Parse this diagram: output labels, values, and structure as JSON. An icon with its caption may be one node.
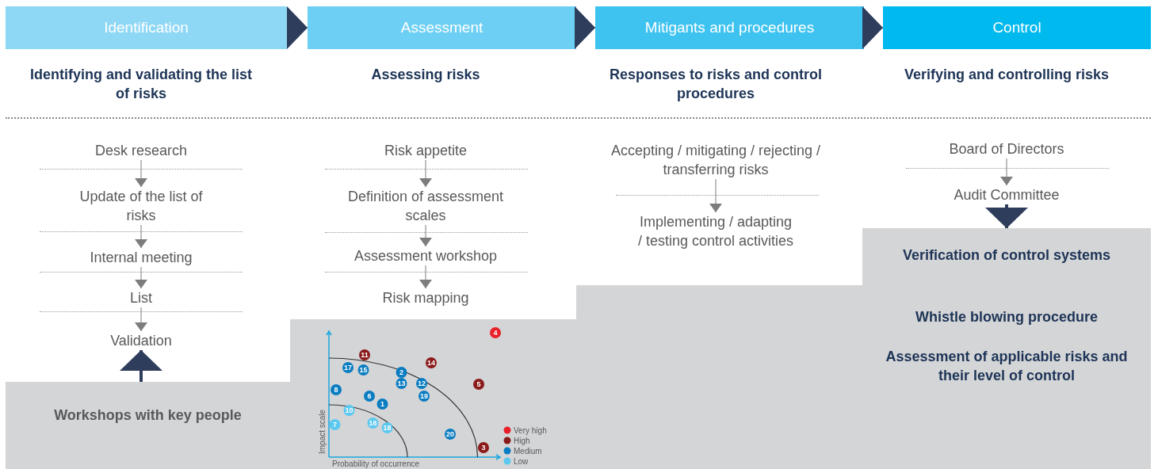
{
  "diagram": {
    "nodes": [
      {
        "text": [
          "Identification"
        ]
      },
      {
        "text": [
          "Assessment"
        ]
      },
      {
        "text": [
          "Mitigants and procedures"
        ]
      },
      {
        "text": [
          "Control"
        ]
      },
      {
        "text": [
          "Identifying and validating the list of risks"
        ]
      },
      {
        "text": [
          "Assessing risks"
        ]
      },
      {
        "text": [
          "Responses to risks and control procedures"
        ]
      },
      {
        "text": [
          "Verifying and controlling risks"
        ]
      },
      {
        "text": [
          "Desk research"
        ]
      },
      {
        "text": [
          "Update of the list of risks"
        ]
      },
      {
        "text": [
          "Internal meeting"
        ]
      },
      {
        "text": [
          "List"
        ]
      },
      {
        "text": [
          "Validation"
        ]
      },
      {
        "text": [
          "Workshops with key people"
        ]
      },
      {
        "text": [
          "Risk appetite"
        ]
      },
      {
        "text": [
          "Definition of assessment scales"
        ]
      },
      {
        "text": [
          "Assessment workshop"
        ]
      },
      {
        "text": [
          "Risk mapping"
        ]
      },
      {
        "text": [],
        "shape": "picture"
      },
      {
        "text": [
          "Accepting / mitigating / rejecting / transferring risks"
        ]
      },
      {
        "text": [
          "Implementing / adapting / testing control activities"
        ]
      },
      {
        "text": [
          "Board of Directors"
        ]
      },
      {
        "text": [
          "Audit Committee"
        ]
      },
      {
        "text": [],
        "shape": "box"
      },
      {
        "text": [
          "Verification of control systems"
        ],
        "in": 23
      },
      {
        "text": [
          "Whistle blowing procedure"
        ],
        "in": 23
      },
      {
        "text": [
          "Assessment of applicable risks and their level of control"
        ],
        "in": 23
      }
    ],
    "edges": [
      {
        "from": 0,
        "to": 1,
        "arrow": "to",
        "color": "#2e3d5c"
      },
      {
        "from": 1,
        "to": 2,
        "arrow": "to",
        "color": "#2e3d5c"
      },
      {
        "from": 2,
        "to": 3,
        "arrow": "to",
        "color": "#2e3d5c"
      },
      {
        "from": 8,
        "to": 9,
        "arrow": "to"
      },
      {
        "from": 9,
        "to": 10,
        "arrow": "to"
      },
      {
        "from": 10,
        "to": 11,
        "arrow": "to"
      },
      {
        "from": 11,
        "to": 12,
        "arrow": "to"
      },
      {
        "from": 13,
        "to": 12,
        "arrow": "to",
        "style": "thick",
        "color": "#2e3d5c"
      },
      {
        "from": 14,
        "to": 15,
        "arrow": "to"
      },
      {
        "from": 15,
        "to": 16,
        "arrow": "to"
      },
      {
        "from": 16,
        "to": 17,
        "arrow": "to"
      },
      {
        "from": 19,
        "to": 20,
        "arrow": "to"
      },
      {
        "from": 21,
        "to": 22,
        "arrow": "to"
      },
      {
        "from": 22,
        "to": 23,
        "arrow": "to",
        "style": "thick",
        "color": "#2e3d5c"
      }
    ],
    "labels": [
      "4",
      "11",
      "14",
      "17",
      "15",
      "2",
      "13",
      "12",
      "5",
      "8",
      "6",
      "19",
      "1",
      "10",
      "7",
      "16",
      "18",
      "20",
      "3",
      "Impact scale",
      "Probability of occurrence"
    ],
    "legend": [
      {
        "text": "Very high",
        "color": "#e8202a"
      },
      {
        "text": "High",
        "color": "#8b1a1a"
      },
      {
        "text": "Medium",
        "color": "#0a7cc1"
      },
      {
        "text": "Low",
        "color": "#5bc8f0"
      }
    ]
  }
}
